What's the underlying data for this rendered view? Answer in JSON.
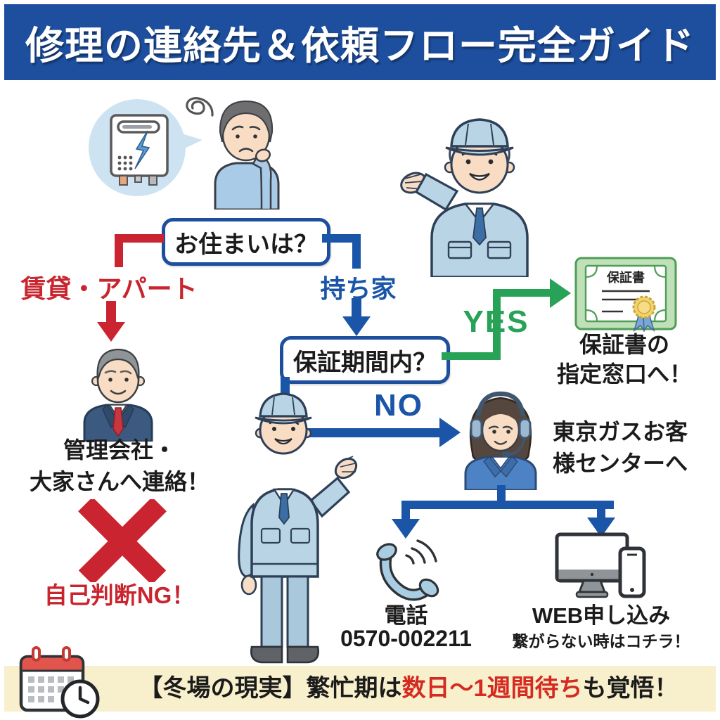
{
  "title": "修理の連絡先＆依頼フロー完全ガイド",
  "colors": {
    "banner_blue": "#1d4f9e",
    "flow_blue": "#1a55a7",
    "alert_red": "#cb2431",
    "yes_green": "#27a257",
    "footer_cream": "#f8efcc"
  },
  "flow": {
    "q_residence": "お住まいは？",
    "branch_rental": "賃貸・アパート",
    "branch_owned": "持ち家",
    "q_warranty": "保証期間内？",
    "yes_label": "YES",
    "no_label": "NO",
    "rental_action_line1": "管理会社・",
    "rental_action_line2": "大家さんへ連絡！",
    "rental_warning": "自己判断NG！",
    "warranty_doc_label": "保証書",
    "warranty_action_line1": "保証書の",
    "warranty_action_line2": "指定窓口へ！",
    "center_action_line1": "東京ガスお客",
    "center_action_line2": "様センターへ",
    "phone_label": "電話",
    "phone_number": "0570-002211",
    "web_label": "WEB申し込み",
    "web_note": "繋がらない時はコチラ！"
  },
  "footer": {
    "prefix": "【冬場の現実】繁忙期は",
    "highlight": "数日〜1週間待ち",
    "suffix": "も覚悟！"
  }
}
